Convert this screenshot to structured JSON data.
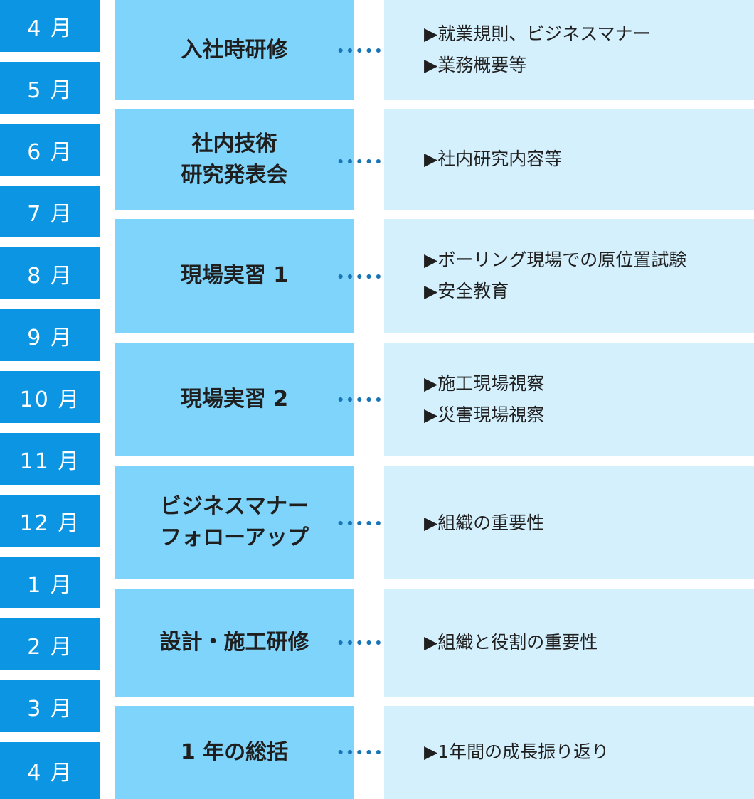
{
  "months": [
    "4 月",
    "5 月",
    "6 月",
    "7 月",
    "8 月",
    "9 月",
    "10 月",
    "11 月",
    "12 月",
    "1 月",
    "2 月",
    "3 月",
    "4 月"
  ],
  "stages": [
    {
      "title": "入社時研修",
      "details": [
        "▶就業規則、ビジネスマナー",
        "▶業務概要等"
      ]
    },
    {
      "title": "社内技術\n研究発表会",
      "details": [
        "▶社内研究内容等"
      ]
    },
    {
      "title": "現場実習  1",
      "details": [
        "▶ボーリング現場での原位置試験",
        "▶安全教育"
      ]
    },
    {
      "title": "現場実習  2",
      "details": [
        "▶施工現場視察",
        "▶災害現場視察"
      ]
    },
    {
      "title": "ビジネスマナー\nフォローアップ",
      "details": [
        "▶組織の重要性"
      ]
    },
    {
      "title": "設計・施工研修",
      "details": [
        "▶組織と役割の重要性"
      ]
    },
    {
      "title": "1 年の総括",
      "details": [
        "▶1年間の成長振り返り"
      ]
    }
  ],
  "colors": {
    "month": "#0c95e3",
    "stage": "#7fd4fb",
    "detail": "#d5f0fd",
    "dots": "#1874b3"
  }
}
